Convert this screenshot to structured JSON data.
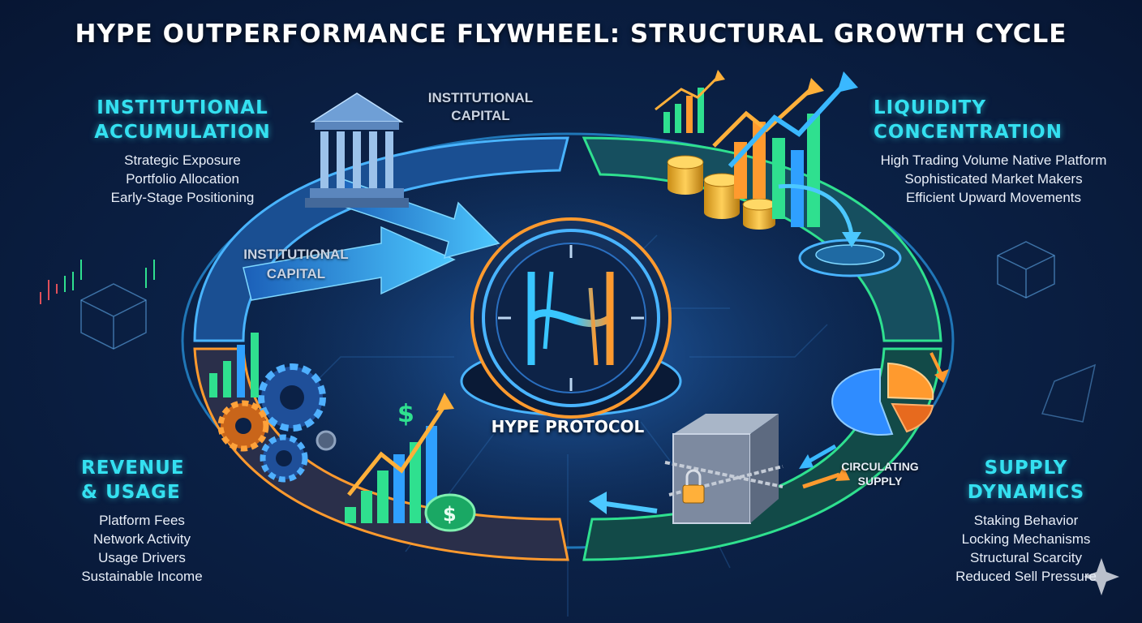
{
  "title": "HYPE OUTPERFORMANCE FLYWHEEL: STRUCTURAL GROWTH CYCLE",
  "hub": {
    "label": "HYPE PROTOCOL"
  },
  "stages": {
    "institutional": {
      "heading_1": "INSTITUTIONAL",
      "heading_2": "ACCUMULATION",
      "items": [
        "Strategic Exposure",
        "Portfolio Allocation",
        "Early-Stage Positioning"
      ]
    },
    "liquidity": {
      "heading_1": "LIQUIDITY",
      "heading_2": "CONCENTRATION",
      "items": [
        "High Trading Volume Native Platform",
        "Sophisticated Market Makers",
        "Efficient Upward Movements"
      ]
    },
    "revenue": {
      "heading_1": "REVENUE",
      "heading_2": "& USAGE",
      "items": [
        "Platform Fees",
        "Network Activity",
        "Usage Drivers",
        "Sustainable Income"
      ]
    },
    "supply": {
      "heading_1": "SUPPLY",
      "heading_2": "DYNAMICS",
      "items": [
        "Staking Behavior",
        "Locking Mechanisms",
        "Structural Scarcity",
        "Reduced Sell Pressure"
      ]
    }
  },
  "flow_labels": {
    "top_line_1": "INSTITUTIONAL",
    "top_line_2": "CAPITAL",
    "left_line_1": "INSTITUTIONAL",
    "left_line_2": "CAPITAL",
    "supply_line_1": "CIRCULATING",
    "supply_line_2": "SUPPLY"
  },
  "icons": {
    "dollar_symbol": "$"
  },
  "colors": {
    "cyan": "#34e0f0",
    "blue": "#2f8cff",
    "green": "#2fe08f",
    "orange": "#ff9a2e",
    "background": "#0b2146"
  }
}
